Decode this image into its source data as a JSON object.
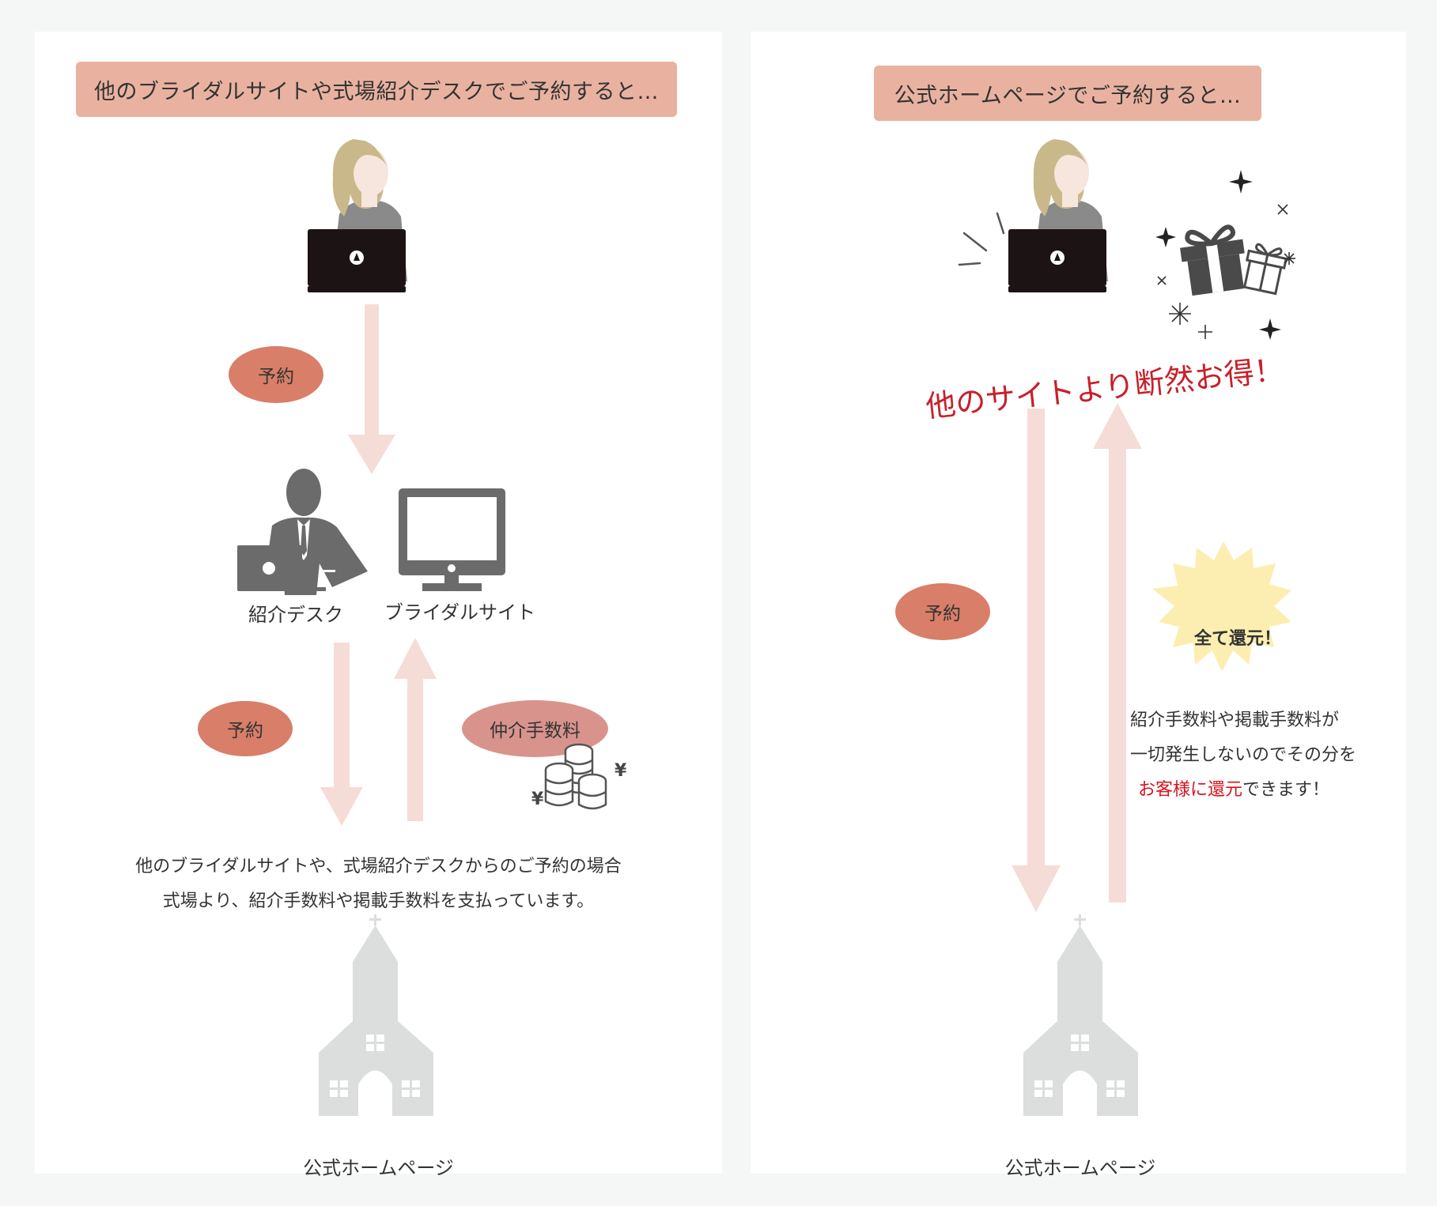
{
  "left": {
    "header": "他のブライダルサイトや式場紹介デスクでご予約すると…",
    "reserve_label_1": "予約",
    "desk_label": "紹介デスク",
    "site_label": "ブライダルサイト",
    "reserve_label_2": "予約",
    "fee_label": "仲介手数料",
    "description_line1": "他のブライダルサイトや、式場紹介デスクからのご予約の場合",
    "description_line2": "式場より、紹介手数料や掲載手数料を支払っています。",
    "official_label": "公式ホームページ"
  },
  "right": {
    "header": "公式ホームページでご予約すると…",
    "slogan": "他のサイトより断然お得！",
    "reserve_label": "予約",
    "burst_label": "全て還元！",
    "note_line1": "紹介手数料や掲載手数料が",
    "note_line2": "一切発生しないのでその分を",
    "note_line3_highlight": "お客様に還元",
    "note_line3_rest": "できます！",
    "official_label": "公式ホームページ"
  },
  "colors": {
    "header_bg": "#e9b2a0",
    "pill": "#d97e68",
    "fee_pill": "#d9938d",
    "arrow": "#f6dcd6",
    "icon_gray": "#6b6b6b",
    "church": "#dcdddd",
    "burst": "#fbeeb0",
    "accent_red": "#d4141e"
  },
  "icons": [
    "woman-with-laptop-icon",
    "agent-icon",
    "monitor-icon",
    "coins-icon",
    "gift-icon",
    "sparkle-icon",
    "church-icon"
  ]
}
